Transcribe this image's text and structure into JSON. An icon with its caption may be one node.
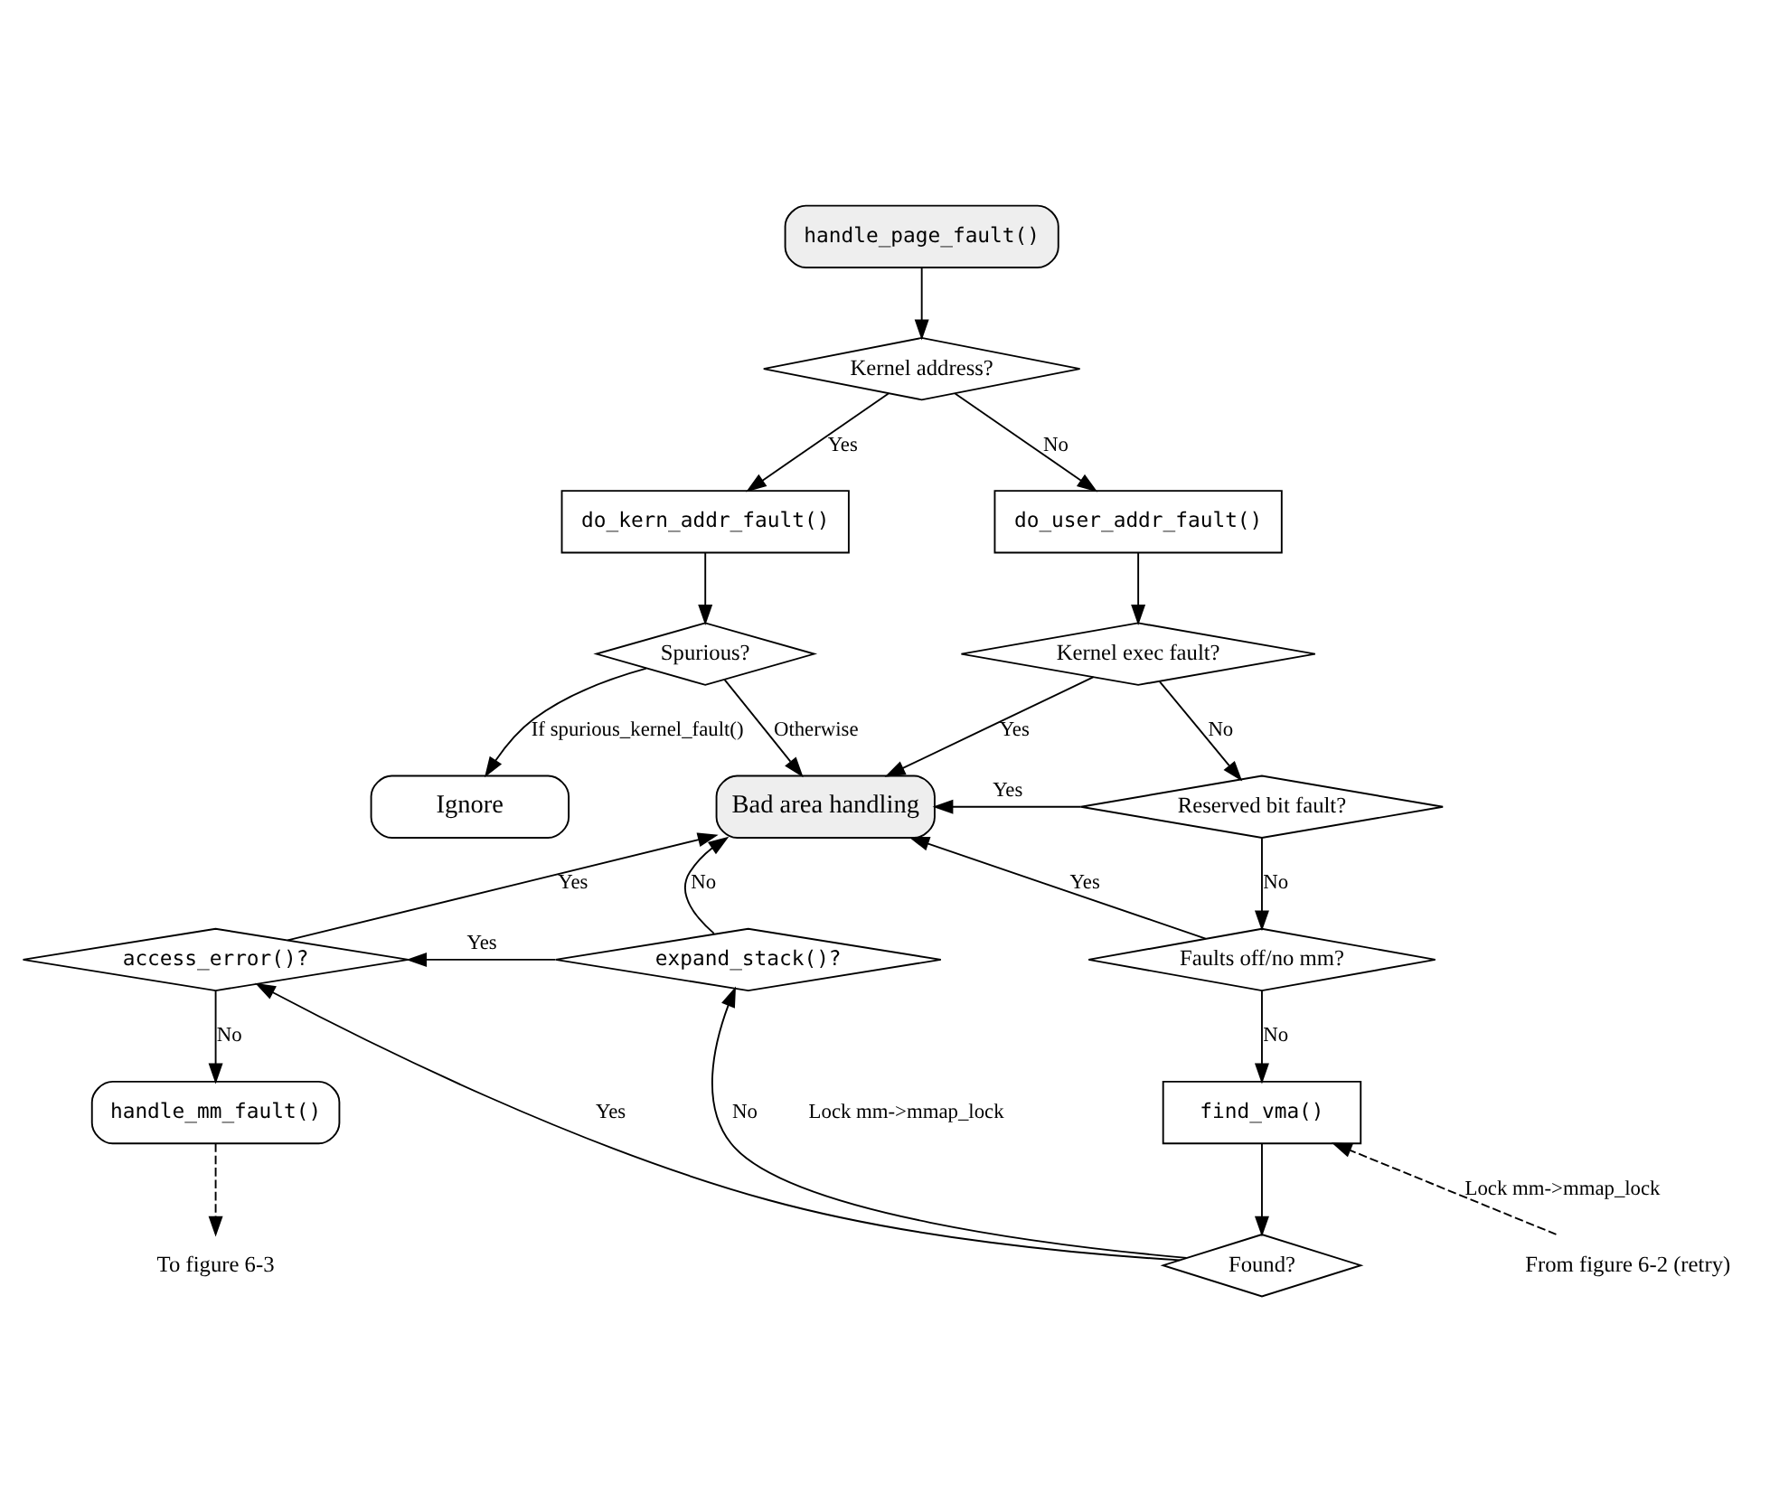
{
  "diagram": {
    "nodes": [
      {
        "text": [
          "handle_page_fault()"
        ]
      },
      {
        "text": [
          "Kernel address?"
        ]
      },
      {
        "text": [
          "do_kern_addr_fault()"
        ]
      },
      {
        "text": [
          "do_user_addr_fault()"
        ]
      },
      {
        "text": [
          "Spurious?"
        ]
      },
      {
        "text": [
          "Kernel exec fault?"
        ]
      },
      {
        "text": [
          "Ignore"
        ]
      },
      {
        "text": [
          "Bad area handling"
        ]
      },
      {
        "text": [
          "Reserved bit fault?"
        ]
      },
      {
        "text": [
          "access_error()?"
        ]
      },
      {
        "text": [
          "expand_stack()?"
        ]
      },
      {
        "text": [
          "Faults off/no mm?"
        ]
      },
      {
        "text": [
          "Found?"
        ]
      },
      {
        "text": [
          "find_vma()"
        ]
      },
      {
        "text": [
          "From figure 6-2 (retry)"
        ]
      },
      {
        "text": [
          "handle_mm_fault()"
        ]
      },
      {
        "text": [
          "To figure 6-3"
        ]
      }
    ],
    "edges": [
      {
        "from": 0,
        "to": 1,
        "arrow": "to"
      },
      {
        "from": 1,
        "to": 2,
        "arrow": "to",
        "label": "Yes"
      },
      {
        "from": 1,
        "to": 3,
        "arrow": "to",
        "label": "No"
      },
      {
        "from": 2,
        "to": 4,
        "arrow": "to"
      },
      {
        "from": 3,
        "to": 5,
        "arrow": "to"
      },
      {
        "from": 4,
        "to": 6,
        "arrow": "to",
        "label": "If spurious_kernel_fault()"
      },
      {
        "from": 4,
        "to": 7,
        "arrow": "to",
        "label": "Otherwise"
      },
      {
        "from": 5,
        "to": 7,
        "arrow": "to",
        "label": "Yes"
      },
      {
        "from": 5,
        "to": 8,
        "arrow": "to",
        "label": "No"
      },
      {
        "from": 8,
        "to": 7,
        "arrow": "to",
        "label": "Yes"
      },
      {
        "from": 8,
        "to": 11,
        "arrow": "to",
        "label": "No"
      },
      {
        "from": 11,
        "to": 7,
        "arrow": "to",
        "label": "Yes"
      },
      {
        "from": 11,
        "to": 13,
        "arrow": "to",
        "label": "No"
      },
      {
        "from": 13,
        "to": 12,
        "arrow": "to"
      },
      {
        "from": 12,
        "to": 10,
        "arrow": "to",
        "label": "No"
      },
      {
        "from": 12,
        "to": 9,
        "arrow": "to",
        "label": "Yes"
      },
      {
        "from": 10,
        "to": 7,
        "arrow": "to",
        "label": "No"
      },
      {
        "from": 10,
        "to": 9,
        "arrow": "to",
        "label": "Yes"
      },
      {
        "from": 9,
        "to": 7,
        "arrow": "to",
        "label": "Yes"
      },
      {
        "from": 9,
        "to": 15,
        "arrow": "to",
        "label": "No"
      },
      {
        "from": 14,
        "to": 13,
        "arrow": "to",
        "style": "dashed",
        "label": "Lock mm->mmap_lock"
      },
      {
        "from": 15,
        "to": 16,
        "arrow": "to",
        "style": "dashed"
      }
    ],
    "labels": [
      "Lock mm->mmap_lock"
    ]
  }
}
